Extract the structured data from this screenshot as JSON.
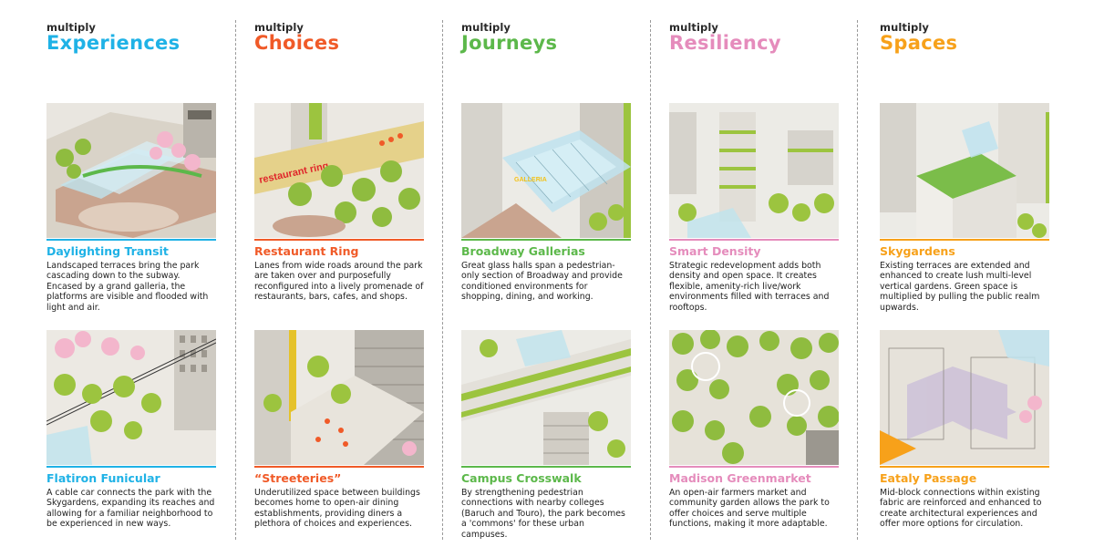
{
  "columns": [
    {
      "kicker": "multiply",
      "headline": "Experiences",
      "color": "#1fb2e6",
      "cards": [
        {
          "title": "Daylighting Transit",
          "body": "Landscaped terraces bring the park cascading down to the subway. Encased by a grand galleria, the platforms are visible and flooded with light and air.",
          "illustration": "subway-galleria-illustration"
        },
        {
          "title": "Flatiron Funicular",
          "body": "A cable car connects the park with the Skygardens, expanding its reaches and allowing for a familiar neighborhood to be experienced in new ways.",
          "illustration": "cable-car-illustration"
        }
      ]
    },
    {
      "kicker": "multiply",
      "headline": "Choices",
      "color": "#f05a28",
      "cards": [
        {
          "title": "Restaurant Ring",
          "body": "Lanes from wide roads around the park are taken over and purposefully reconfigured into a lively promenade of restaurants, bars, cafes, and shops.",
          "illustration": "restaurant-ring-illustration",
          "sign": "restaurant ring"
        },
        {
          "title": "“Streeteries”",
          "body": "Underutilized space between buildings becomes home to open-air dining establishments, providing diners a plethora of choices and experiences.",
          "illustration": "streeteries-illustration"
        }
      ]
    },
    {
      "kicker": "multiply",
      "headline": "Journeys",
      "color": "#5cb84a",
      "cards": [
        {
          "title": "Broadway Gallerias",
          "body": "Great glass halls span a pedestrian-only section of Broadway and provide conditioned environments for shopping, dining, and working.",
          "illustration": "glass-galleria-illustration",
          "sign": "GALLERIA"
        },
        {
          "title": "Campus Crosswalk",
          "body": "By strengthening pedestrian connections with nearby colleges (Baruch and Touro), the park becomes a 'commons' for these urban campuses.",
          "illustration": "campus-crosswalk-illustration"
        }
      ]
    },
    {
      "kicker": "multiply",
      "headline": "Resiliency",
      "color": "#e58cbc",
      "cards": [
        {
          "title": "Smart Density",
          "body": "Strategic redevelopment adds both density and open space. It creates flexible, amenity-rich live/work environments filled with terraces and rooftops.",
          "illustration": "smart-density-illustration"
        },
        {
          "title": "Madison Greenmarket",
          "body": "An open-air farmers market and community garden allows the park to offer choices and serve multiple functions, making it more adaptable.",
          "illustration": "greenmarket-illustration"
        }
      ]
    },
    {
      "kicker": "multiply",
      "headline": "Spaces",
      "color": "#f7a11a",
      "cards": [
        {
          "title": "Skygardens",
          "body": "Existing terraces are extended and enhanced to create lush multi-level vertical gardens. Green space is multiplied by pulling the public realm upwards.",
          "illustration": "skygardens-illustration"
        },
        {
          "title": "Eataly Passage",
          "body": "Mid-block connections within existing fabric are reinforced and enhanced to create architectural experiences and offer more options for circulation.",
          "illustration": "eataly-passage-illustration"
        }
      ]
    }
  ]
}
